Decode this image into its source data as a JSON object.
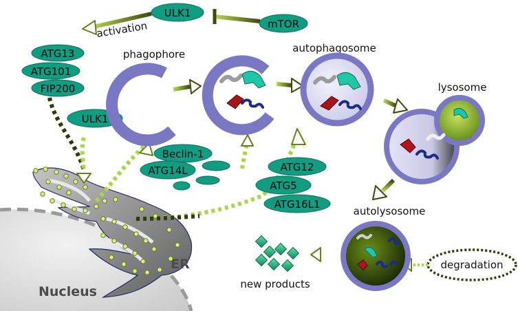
{
  "colors": {
    "pill": "#129c82",
    "pill_edge": "#0b6e5c",
    "membrane": "#7a78c2",
    "vesicle_fill": "#dcdcf2",
    "arrow_dark": "#3d4a0a",
    "arrow_light": "#b8d85a",
    "dotted_dark": "#2f3a06",
    "dotted_light": "#a8d64a",
    "er_fill": "#8f8f8f",
    "nucleus_fill": "#dedede",
    "er_dots": "#d7ef8a",
    "lysosome_fill": "#8fbf22",
    "inhibit": "#3d4a0a"
  },
  "proteins": {
    "ulk1_top": "ULK1",
    "mtor": "mTOR",
    "atg13": "ATG13",
    "atg101": "ATG101",
    "fip200": "FIP200",
    "ulk1_mid": "ULK1",
    "beclin1": "Beclin-1",
    "atg14l": "ATG14L",
    "atg12": "ATG12",
    "atg5": "ATG5",
    "atg16l1": "ATG16L1"
  },
  "labels": {
    "activation": "activation",
    "phagophore": "phagophore",
    "autophagosome": "autophagosome",
    "lysosome": "lysosome",
    "autolysosome": "autolysosome",
    "new_products": "new products",
    "degradation": "degradation",
    "er": "ER",
    "nucleus": "Nucleus"
  },
  "icons": {
    "cargo": [
      "cargo-red-protein-icon",
      "cargo-teal-protein-icon",
      "cargo-gray-protein-icon",
      "cargo-blue-protein-icon"
    ],
    "products": "green-diamond-products-icon"
  }
}
